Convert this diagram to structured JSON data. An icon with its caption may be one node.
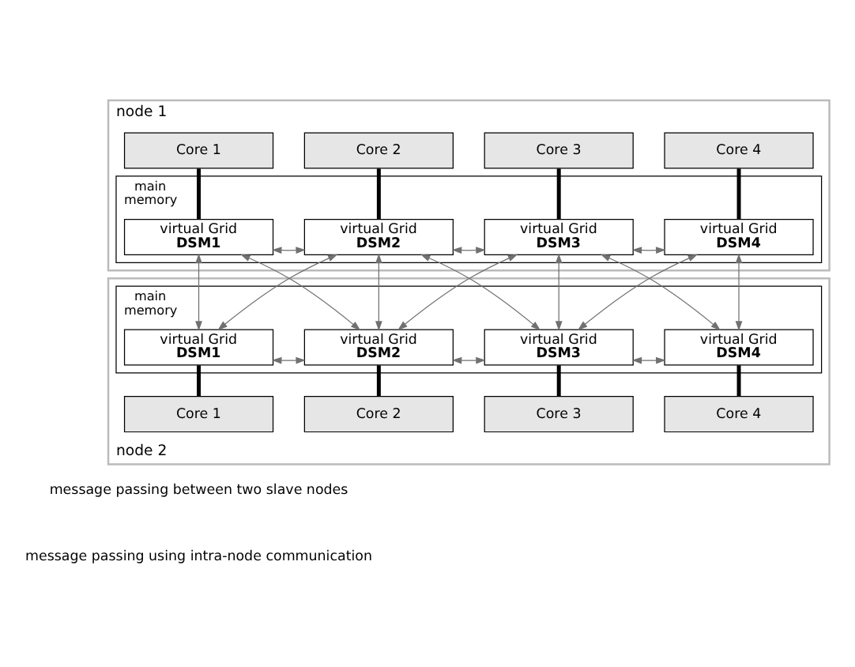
{
  "diagram": {
    "nodes": [
      {
        "text": [
          "node 1"
        ]
      },
      {
        "text": [
          "Core 1"
        ],
        "in": 0
      },
      {
        "text": [
          "Core 2"
        ],
        "in": 0
      },
      {
        "text": [
          "Core 3"
        ],
        "in": 0
      },
      {
        "text": [
          "Core 4"
        ],
        "in": 0
      },
      {
        "text": [
          "main memory"
        ],
        "in": 0
      },
      {
        "text": [
          "virtual Grid",
          "DSM1"
        ],
        "in": 5
      },
      {
        "text": [
          "virtual Grid",
          "DSM2"
        ],
        "in": 5
      },
      {
        "text": [
          "virtual Grid",
          "DSM3"
        ],
        "in": 5
      },
      {
        "text": [
          "virtual Grid",
          "DSM4"
        ],
        "in": 5
      },
      {
        "text": [
          "node 2"
        ]
      },
      {
        "text": [
          "main memory"
        ],
        "in": 10
      },
      {
        "text": [
          "virtual Grid",
          "DSM1"
        ],
        "in": 11
      },
      {
        "text": [
          "virtual Grid",
          "DSM2"
        ],
        "in": 11
      },
      {
        "text": [
          "virtual Grid",
          "DSM3"
        ],
        "in": 11
      },
      {
        "text": [
          "virtual Grid",
          "DSM4"
        ],
        "in": 11
      },
      {
        "text": [
          "Core 1"
        ],
        "in": 10
      },
      {
        "text": [
          "Core 2"
        ],
        "in": 10
      },
      {
        "text": [
          "Core 3"
        ],
        "in": 10
      },
      {
        "text": [
          "Core 4"
        ],
        "in": 10
      }
    ],
    "edges": [
      {
        "from": 1,
        "to": 6,
        "arrow": "none",
        "style": "thick",
        "color": "#000000"
      },
      {
        "from": 2,
        "to": 7,
        "arrow": "none",
        "style": "thick",
        "color": "#000000"
      },
      {
        "from": 3,
        "to": 8,
        "arrow": "none",
        "style": "thick",
        "color": "#000000"
      },
      {
        "from": 4,
        "to": 9,
        "arrow": "none",
        "style": "thick",
        "color": "#000000"
      },
      {
        "from": 6,
        "to": 7,
        "arrow": "both"
      },
      {
        "from": 7,
        "to": 8,
        "arrow": "both"
      },
      {
        "from": 8,
        "to": 9,
        "arrow": "both"
      },
      {
        "from": 6,
        "to": 12,
        "arrow": "both"
      },
      {
        "from": 6,
        "to": 13,
        "arrow": "both"
      },
      {
        "from": 7,
        "to": 12,
        "arrow": "both"
      },
      {
        "from": 7,
        "to": 13,
        "arrow": "both"
      },
      {
        "from": 7,
        "to": 14,
        "arrow": "both"
      },
      {
        "from": 8,
        "to": 13,
        "arrow": "both"
      },
      {
        "from": 8,
        "to": 14,
        "arrow": "both"
      },
      {
        "from": 8,
        "to": 15,
        "arrow": "both"
      },
      {
        "from": 9,
        "to": 14,
        "arrow": "both"
      },
      {
        "from": 9,
        "to": 15,
        "arrow": "both"
      },
      {
        "from": 12,
        "to": 13,
        "arrow": "both"
      },
      {
        "from": 13,
        "to": 14,
        "arrow": "both"
      },
      {
        "from": 14,
        "to": 15,
        "arrow": "both"
      },
      {
        "from": 12,
        "to": 16,
        "arrow": "none",
        "style": "thick",
        "color": "#000000"
      },
      {
        "from": 13,
        "to": 17,
        "arrow": "none",
        "style": "thick",
        "color": "#000000"
      },
      {
        "from": 14,
        "to": 18,
        "arrow": "none",
        "style": "thick",
        "color": "#000000"
      },
      {
        "from": 15,
        "to": 19,
        "arrow": "none",
        "style": "thick",
        "color": "#000000"
      }
    ],
    "legend": [
      {
        "text": "message passing between two slave nodes"
      },
      {
        "text": "message passing using intra-node communication"
      }
    ]
  }
}
